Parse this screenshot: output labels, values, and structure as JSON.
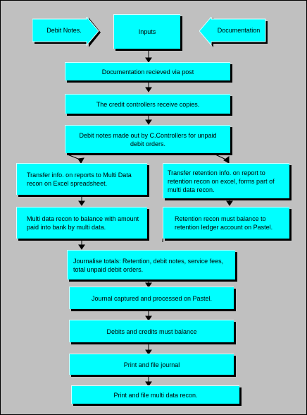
{
  "diagram": {
    "inputs": "Inputs",
    "debit_notes": "Debit Notes.",
    "documentation": "Documentation",
    "received": "Documentation recieved via post",
    "controllers_copies": "The credit controllers receive copies.",
    "debit_notes_made": "Debit notes made out by C.Controllers for unpaid debit orders.",
    "transfer_multi": "Transfer info. on reports to Multi Data recon on Excel spreadsheet.",
    "transfer_retention": "Transfer retention info. on report to retention recon on excel, forms part of multi data recon.",
    "multi_balance": "Multi data recon to balance with amount paid into bank by multi data.",
    "retention_balance": "Retention recon must balance to retention ledger account on Pastel.",
    "journalise": "Journalise totals: Retention, debit notes, service fees, total unpaid debit orders.",
    "journal_captured": "Journal captured and processed on Pastel.",
    "debits_credits": "Debits and credits must balance",
    "print_journal": "Print and file journal",
    "print_multi": "Print and file multi data recon."
  },
  "colors": {
    "box": "#00ffff",
    "background": "#c0c0c0",
    "line": "#000000"
  }
}
